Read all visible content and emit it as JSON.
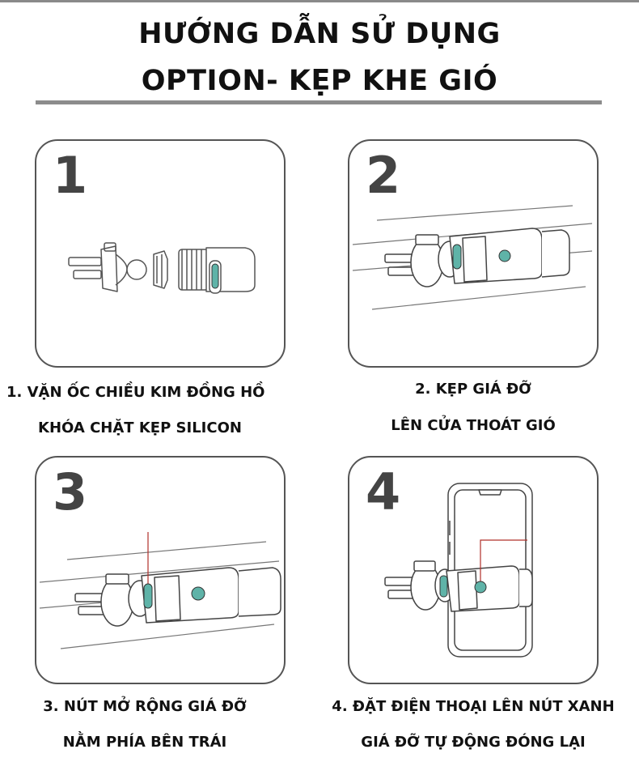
{
  "header": {
    "title_line1": "HƯỚNG DẪN SỬ DỤNG",
    "title_line2": "OPTION- KẸP KHE GIÓ"
  },
  "steps": [
    {
      "number": "1",
      "caption_line1": "1. VẶN ỐC CHIỀU KIM ĐỒNG HỒ",
      "caption_line2": "KHÓA CHẶT KẸP SILICON"
    },
    {
      "number": "2",
      "caption_line1": "2. KẸP GIÁ ĐỠ",
      "caption_line2": "LÊN CỬA THOÁT GIÓ"
    },
    {
      "number": "3",
      "caption_line1": "3. NÚT MỞ RỘNG GIÁ ĐỠ",
      "caption_line2": "NẰM PHÍA BÊN TRÁI"
    },
    {
      "number": "4",
      "caption_line1": "4. ĐẶT ĐIỆN THOẠI LÊN NÚT XANH",
      "caption_line2": "GIÁ ĐỠ TỰ ĐỘNG ĐÓNG LẠI"
    }
  ],
  "colors": {
    "accent_teal": "#5fb3a8",
    "pointer_red": "#b0302a",
    "line_gray": "#555555"
  }
}
